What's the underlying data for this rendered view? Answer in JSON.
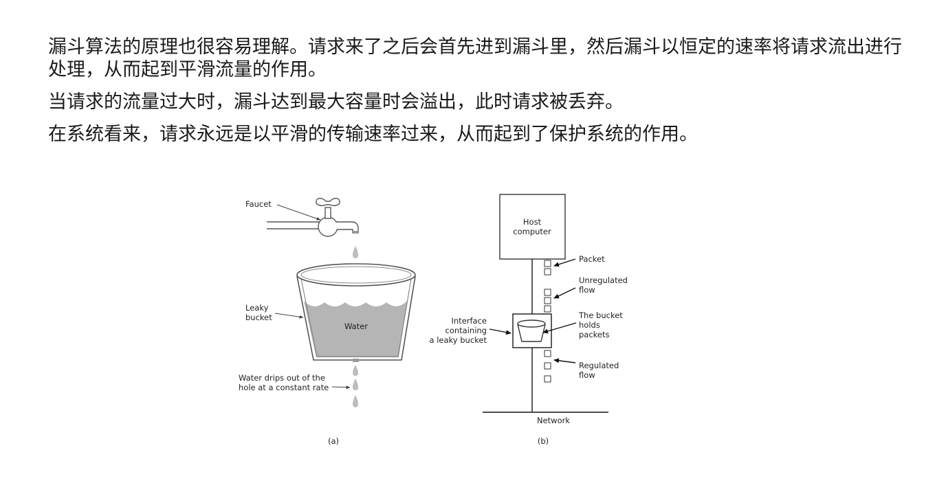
{
  "paragraphs": [
    "漏斗算法的原理也很容易理解。请求来了之后会首先进到漏斗里，然后漏斗以恒定的速率将请求流出进行处理，从而起到平滑流量的作用。",
    "当请求的流量过大时，漏斗达到最大容量时会溢出，此时请求被丢弃。",
    "在系统看来，请求永远是以平滑的传输速率过来，从而起到了保护系统的作用。"
  ],
  "figure_a": {
    "faucet_label": "Faucet",
    "bucket_label_line1": "Leaky",
    "bucket_label_line2": "bucket",
    "water_label": "Water",
    "drips_label_line1": "Water drips out of the",
    "drips_label_line2": "hole at a constant rate",
    "caption": "(a)"
  },
  "figure_b": {
    "host_line1": "Host",
    "host_line2": "computer",
    "packet_label": "Packet",
    "unregulated_line1": "Unregulated",
    "unregulated_line2": "flow",
    "interface_line1": "Interface",
    "interface_line2": "containing",
    "interface_line3": "a leaky bucket",
    "holds_line1": "The bucket",
    "holds_line2": "holds",
    "holds_line3": "packets",
    "regulated_line1": "Regulated",
    "regulated_line2": "flow",
    "network_label": "Network",
    "caption": "(b)"
  },
  "colors": {
    "water": "#b5b5b5",
    "drop": "#bdbdbd",
    "stroke": "#333333"
  }
}
